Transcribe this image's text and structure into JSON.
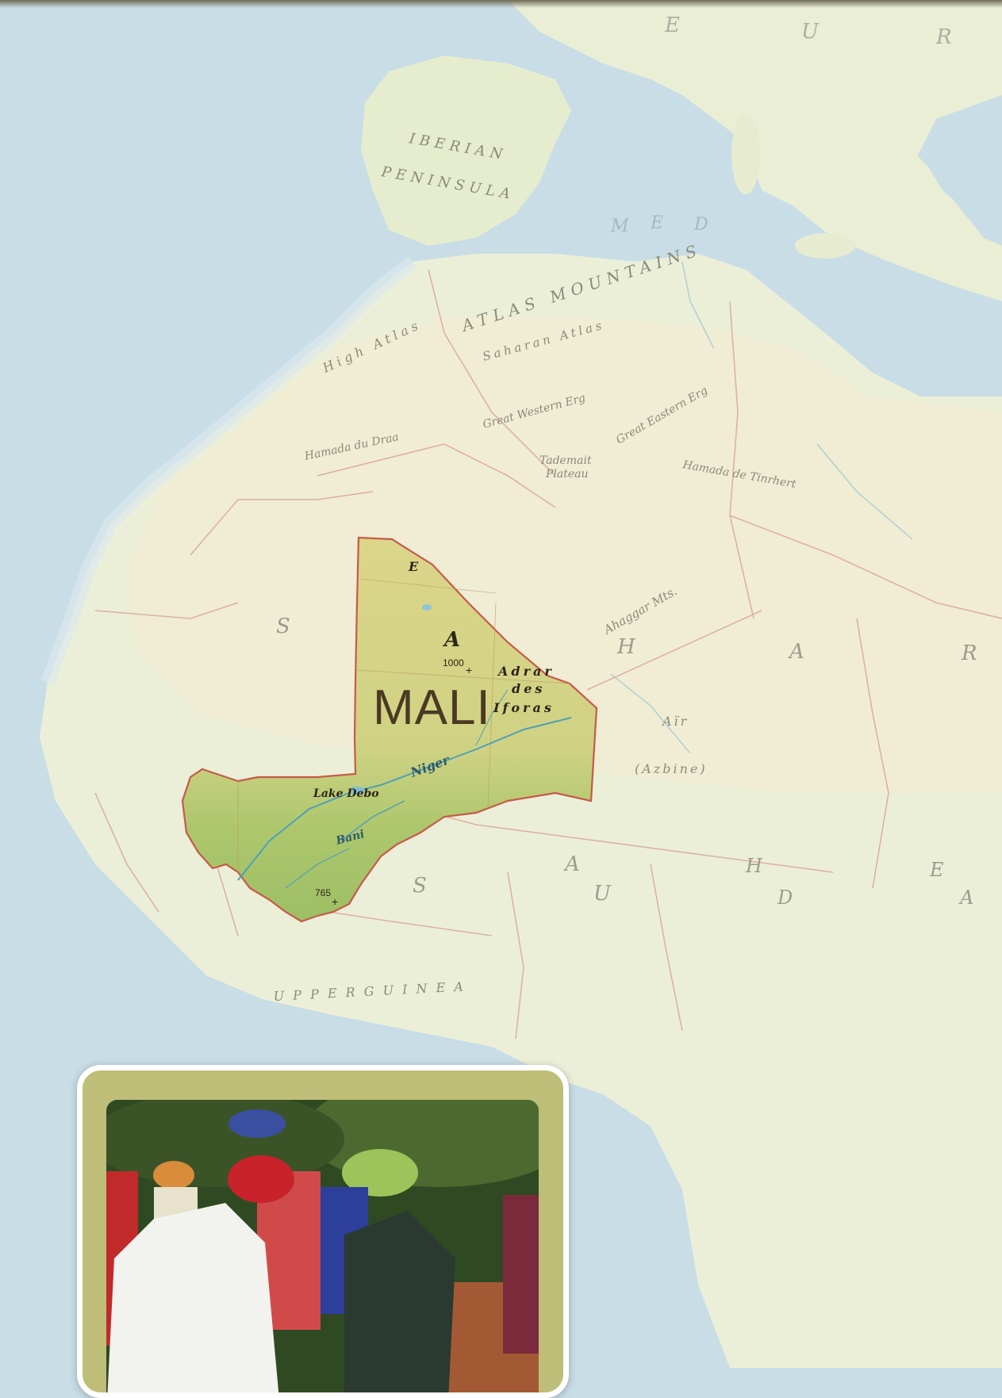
{
  "map": {
    "country": "MALI",
    "labels": {
      "iberian": "IBERIAN",
      "peninsula": "PENINSULA",
      "atlas": "ATLAS MOUNTAINS",
      "high_atlas": "High Atlas",
      "saharan_atlas": "Saharan Atlas",
      "great_western_erg": "Great Western Erg",
      "great_eastern_erg": "Great Eastern Erg",
      "hamada_du_draa": "Hamada du Draa",
      "tademait": "Tademait",
      "plateau": "Plateau",
      "ahaggar": "Ahaggar Mts.",
      "hamada_tinrhert": "Hamada de Tinrhert",
      "adrar": "Adrar",
      "des": "des",
      "iforas": "Iforas",
      "niger": "Niger",
      "lake_debo": "Lake Debo",
      "bani": "Bani",
      "air": "Aïr",
      "azbine": "(Azbine)",
      "upper_guinea": "U P P E R   G U I N E A",
      "elev_1000": "1000",
      "elev_765": "765",
      "letter_s1": "S",
      "letter_a1": "A",
      "letter_h": "H",
      "letter_a2": "A",
      "letter_r": "R",
      "letter_a3": "A",
      "letter_s2": "S",
      "letter_u": "U",
      "letter_h2": "H",
      "letter_d": "D",
      "letter_e": "E",
      "letter_e2": "E",
      "letter_a4": "A",
      "letter_m": "M",
      "letter_e3": "E",
      "letter_d2": "D",
      "letter_u2": "U",
      "letter_r2": "R"
    }
  },
  "colors": {
    "sea": "#c9dde6",
    "land": "#ecefd8",
    "desert": "#f1ecd4",
    "mali_north": "#dcd58a",
    "mali_south": "#a9c66a",
    "border": "#d9a79a",
    "frame": "#bfbe78"
  }
}
